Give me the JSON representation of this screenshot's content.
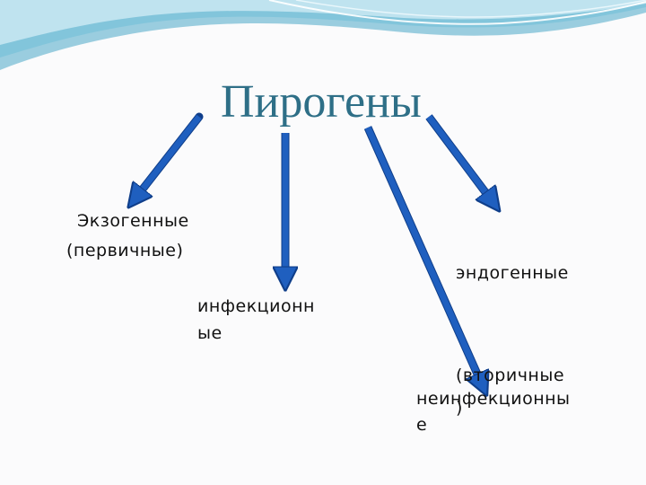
{
  "slide": {
    "title": "Пирогены",
    "labels": {
      "exo_1": "Экзогенные",
      "exo_2": "(первичные)",
      "infect_1": "инфекционн",
      "infect_2": "ые",
      "endo": "эндогенные",
      "secondary_1": "(вторичные",
      "secondary_2": ")",
      "noninfect_1": "неинфекционны",
      "noninfect_2": "е"
    },
    "colors": {
      "title": "#2e6f87",
      "arrow_fill": "#1f5fbf",
      "arrow_stroke": "#0f3e8a",
      "wave_light": "#bfe3ef",
      "wave_mid": "#7cc3da",
      "wave_dark": "#4aa7c6"
    }
  }
}
